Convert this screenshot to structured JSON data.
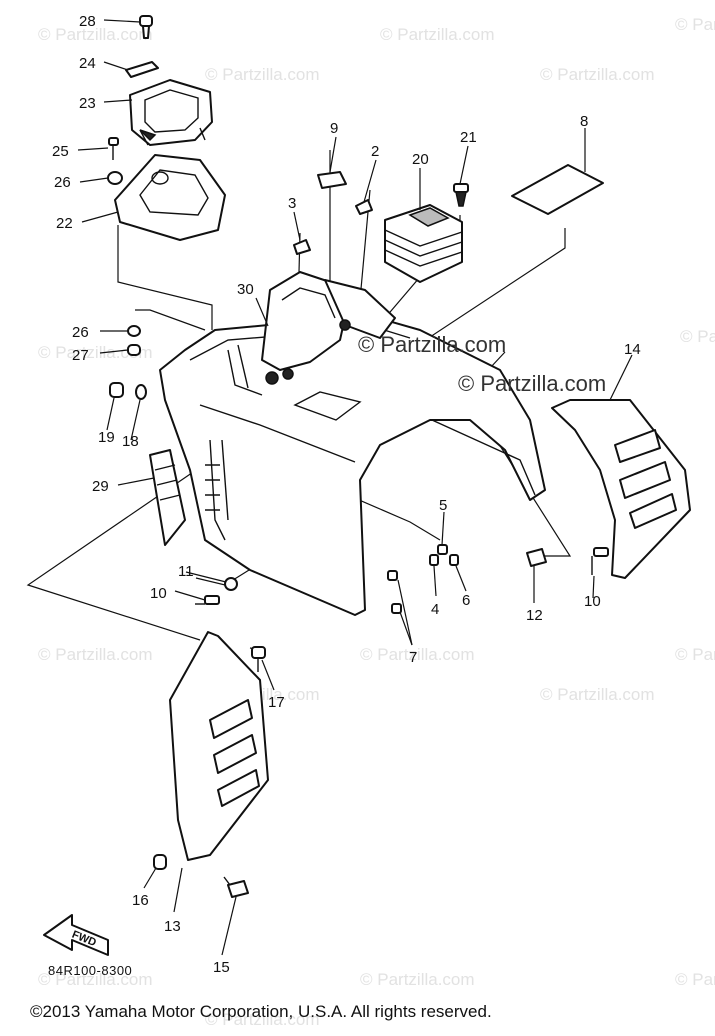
{
  "diagram": {
    "callouts": [
      "28",
      "24",
      "23",
      "25",
      "26",
      "22",
      "9",
      "2",
      "20",
      "21",
      "8",
      "3",
      "30",
      "26",
      "27",
      "19",
      "18",
      "29",
      "14",
      "5",
      "4",
      "6",
      "11",
      "10",
      "12",
      "10",
      "7",
      "17",
      "16",
      "13",
      "15"
    ],
    "watermark_small": "© Partzilla.com",
    "watermark_center": "© Partzilla.com",
    "fwd_label": "FWD",
    "diagram_code": "84R100-8300",
    "copyright": "©2013  Yamaha Motor Corporation, U.S.A. All rights reserved."
  }
}
